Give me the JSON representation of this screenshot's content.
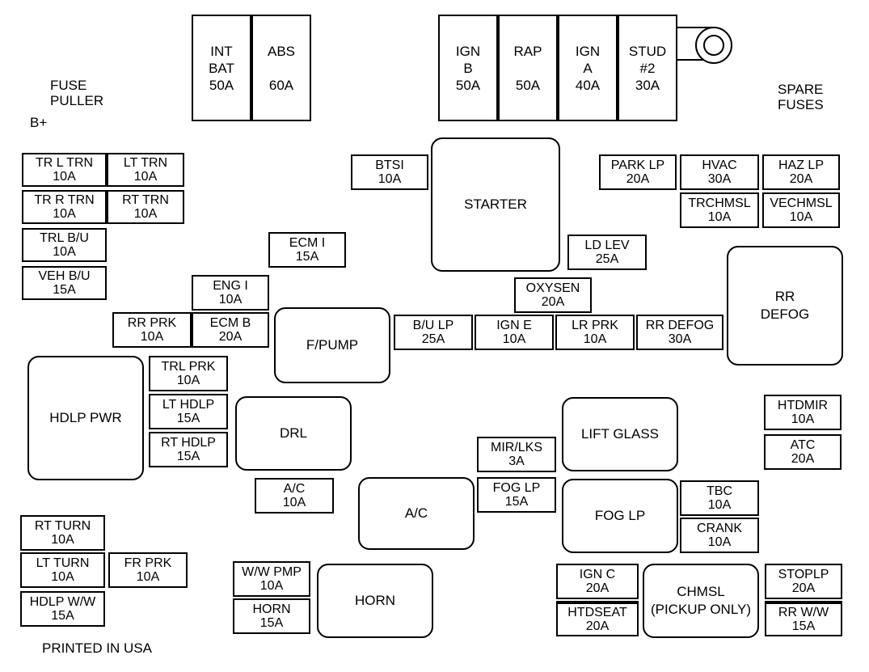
{
  "labels": {
    "fuse_puller_1": "FUSE",
    "fuse_puller_2": "PULLER",
    "b_plus": "B+",
    "spare_1": "SPARE",
    "spare_2": "FUSES",
    "printed": "PRINTED IN USA"
  },
  "maxi": [
    {
      "name": "maxi-int-bat",
      "lines": [
        "INT",
        "BAT",
        "50A"
      ]
    },
    {
      "name": "maxi-abs",
      "lines": [
        "ABS",
        "",
        "60A"
      ]
    },
    {
      "name": "maxi-ign-b",
      "lines": [
        "IGN",
        "B",
        "50A"
      ]
    },
    {
      "name": "maxi-rap",
      "lines": [
        "RAP",
        "",
        "50A"
      ]
    },
    {
      "name": "maxi-ign-a",
      "lines": [
        "IGN",
        "A",
        "40A"
      ]
    },
    {
      "name": "maxi-stud-2",
      "lines": [
        "STUD",
        "#2",
        "30A"
      ]
    }
  ],
  "fuses": [
    {
      "name": "fuse-tr-l-trn",
      "lines": [
        "TR L TRN",
        "10A"
      ]
    },
    {
      "name": "fuse-lt-trn",
      "lines": [
        "LT TRN",
        "10A"
      ]
    },
    {
      "name": "fuse-tr-r-trn",
      "lines": [
        "TR R TRN",
        "10A"
      ]
    },
    {
      "name": "fuse-rt-trn",
      "lines": [
        "RT TRN",
        "10A"
      ]
    },
    {
      "name": "fuse-trl-bu",
      "lines": [
        "TRL B/U",
        "10A"
      ]
    },
    {
      "name": "fuse-veh-bu",
      "lines": [
        "VEH B/U",
        "15A"
      ]
    },
    {
      "name": "fuse-btsi",
      "lines": [
        "BTSI",
        "10A"
      ]
    },
    {
      "name": "fuse-ecm-i",
      "lines": [
        "ECM I",
        "15A"
      ]
    },
    {
      "name": "fuse-eng-i",
      "lines": [
        "ENG I",
        "10A"
      ]
    },
    {
      "name": "fuse-rr-prk",
      "lines": [
        "RR PRK",
        "10A"
      ]
    },
    {
      "name": "fuse-ecm-b",
      "lines": [
        "ECM B",
        "20A"
      ]
    },
    {
      "name": "fuse-trl-prk",
      "lines": [
        "TRL PRK",
        "10A"
      ]
    },
    {
      "name": "fuse-lt-hdlp",
      "lines": [
        "LT HDLP",
        "15A"
      ]
    },
    {
      "name": "fuse-rt-hdlp",
      "lines": [
        "RT HDLP",
        "15A"
      ]
    },
    {
      "name": "fuse-park-lp",
      "lines": [
        "PARK LP",
        "20A"
      ]
    },
    {
      "name": "fuse-hvac",
      "lines": [
        "HVAC",
        "30A"
      ]
    },
    {
      "name": "fuse-haz-lp",
      "lines": [
        "HAZ LP",
        "20A"
      ]
    },
    {
      "name": "fuse-trchmsl",
      "lines": [
        "TRCHMSL",
        "10A"
      ]
    },
    {
      "name": "fuse-vechmsl",
      "lines": [
        "VECHMSL",
        "10A"
      ]
    },
    {
      "name": "fuse-ld-lev",
      "lines": [
        "LD LEV",
        "25A"
      ]
    },
    {
      "name": "fuse-oxysen",
      "lines": [
        "OXYSEN",
        "20A"
      ]
    },
    {
      "name": "fuse-bu-lp",
      "lines": [
        "B/U LP",
        "25A"
      ]
    },
    {
      "name": "fuse-ign-e",
      "lines": [
        "IGN E",
        "10A"
      ]
    },
    {
      "name": "fuse-lr-prk",
      "lines": [
        "LR PRK",
        "10A"
      ]
    },
    {
      "name": "fuse-rr-defog",
      "lines": [
        "RR DEFOG",
        "30A"
      ]
    },
    {
      "name": "fuse-htdmir",
      "lines": [
        "HTDMIR",
        "10A"
      ]
    },
    {
      "name": "fuse-atc",
      "lines": [
        "ATC",
        "20A"
      ]
    },
    {
      "name": "fuse-mir-lks",
      "lines": [
        "MIR/LKS",
        "3A"
      ]
    },
    {
      "name": "fuse-fog-lp",
      "lines": [
        "FOG LP",
        "15A"
      ]
    },
    {
      "name": "fuse-ac",
      "lines": [
        "A/C",
        "10A"
      ]
    },
    {
      "name": "fuse-tbc",
      "lines": [
        "TBC",
        "10A"
      ]
    },
    {
      "name": "fuse-crank",
      "lines": [
        "CRANK",
        "10A"
      ]
    },
    {
      "name": "fuse-rt-turn",
      "lines": [
        "RT TURN",
        "10A"
      ]
    },
    {
      "name": "fuse-lt-turn",
      "lines": [
        "LT TURN",
        "10A"
      ]
    },
    {
      "name": "fuse-fr-prk",
      "lines": [
        "FR PRK",
        "10A"
      ]
    },
    {
      "name": "fuse-hdlp-ww",
      "lines": [
        "HDLP W/W",
        "15A"
      ]
    },
    {
      "name": "fuse-ww-pmp",
      "lines": [
        "W/W PMP",
        "10A"
      ]
    },
    {
      "name": "fuse-horn",
      "lines": [
        "HORN",
        "15A"
      ]
    },
    {
      "name": "fuse-ign-c",
      "lines": [
        "IGN C",
        "20A"
      ]
    },
    {
      "name": "fuse-htdseat",
      "lines": [
        "HTDSEAT",
        "20A"
      ]
    },
    {
      "name": "fuse-stoplp",
      "lines": [
        "STOPLP",
        "20A"
      ]
    },
    {
      "name": "fuse-rr-ww",
      "lines": [
        "RR W/W",
        "15A"
      ]
    }
  ],
  "relays": [
    {
      "name": "relay-starter",
      "lines": [
        "STARTER"
      ]
    },
    {
      "name": "relay-rr-defog",
      "lines": [
        "RR",
        "DEFOG"
      ]
    },
    {
      "name": "relay-f-pump",
      "lines": [
        "F/PUMP"
      ]
    },
    {
      "name": "relay-hdlp-pwr",
      "lines": [
        "HDLP PWR"
      ]
    },
    {
      "name": "relay-drl",
      "lines": [
        "DRL"
      ]
    },
    {
      "name": "relay-lift-glass",
      "lines": [
        "LIFT GLASS"
      ]
    },
    {
      "name": "relay-ac",
      "lines": [
        "A/C"
      ]
    },
    {
      "name": "relay-fog-lp",
      "lines": [
        "FOG LP"
      ]
    },
    {
      "name": "relay-horn",
      "lines": [
        "HORN"
      ]
    },
    {
      "name": "relay-chmsl",
      "lines": [
        "CHMSL",
        "(PICKUP ONLY)"
      ]
    }
  ]
}
